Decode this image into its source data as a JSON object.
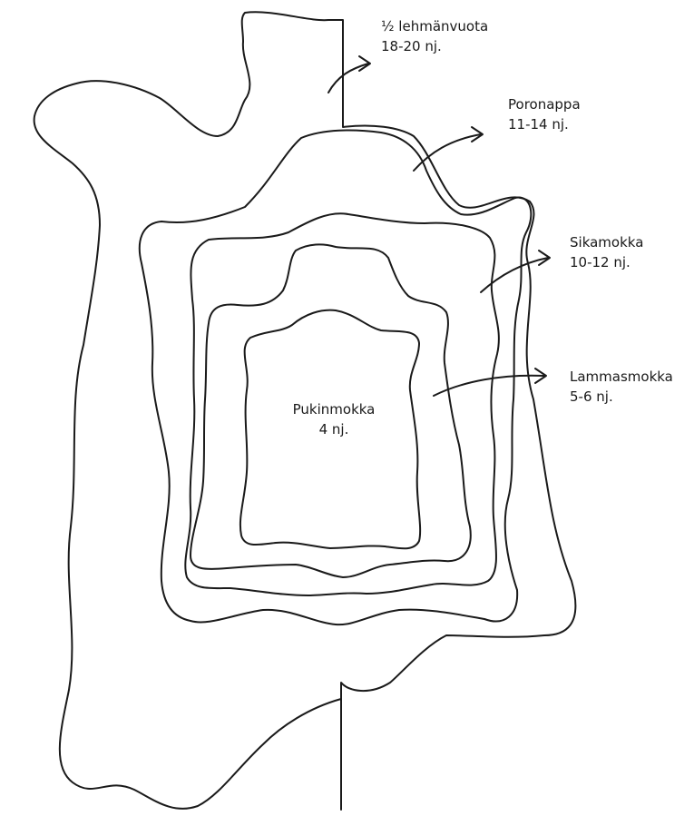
{
  "labels": {
    "cow_half": {
      "name": "½ lehmänvuota",
      "thickness": "18-20 nj."
    },
    "reindeer": {
      "name": "Poronappa",
      "thickness": "11-14 nj."
    },
    "pig": {
      "name": "Sikamokka",
      "thickness": "10-12 nj."
    },
    "sheep": {
      "name": "Lammasmokka",
      "thickness": "5-6 nj."
    },
    "goat": {
      "name": "Pukinmokka",
      "thickness": "4 nj."
    }
  },
  "colors": {
    "stroke": "#1a1a1a",
    "background": "#ffffff"
  }
}
